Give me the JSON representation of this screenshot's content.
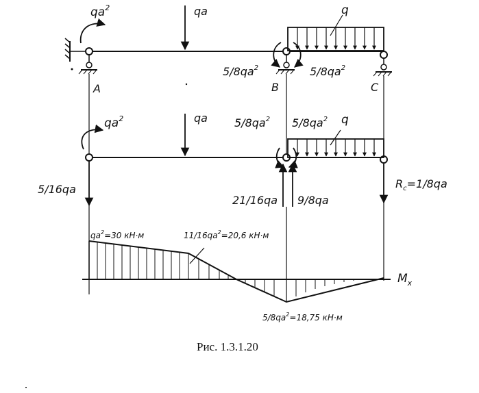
{
  "figure": {
    "caption": "Рис. 1.3.1.20",
    "colors": {
      "ink": "#111111",
      "background": "#ffffff"
    }
  },
  "beam_top": {
    "moment_A": "qa",
    "moment_A_sup": "2",
    "force_mid": "qa",
    "dist_load": "q",
    "moment_B_left": "5/8qa",
    "moment_B_left_sup": "2",
    "moment_B_right": "5/8qa",
    "moment_B_right_sup": "2",
    "support_A": "A",
    "support_B": "B",
    "support_C": "C"
  },
  "beam_mid": {
    "moment_A": "qa",
    "moment_A_sup": "2",
    "force_mid": "qa",
    "moment_B_left": "5/8qa",
    "moment_B_left_sup": "2",
    "moment_B_right": "5/8qa",
    "moment_B_right_sup": "2",
    "dist_load": "q",
    "reaction_A": "5/16qa",
    "reaction_B_left": "21/16qa",
    "reaction_B_right": "9/8qa",
    "reaction_C_main": "R",
    "reaction_C_sub": "c",
    "reaction_C_value": "=1/8qa"
  },
  "moment_diagram": {
    "axis_label": "M",
    "axis_label_sub": "x",
    "val_A_a": "qa",
    "val_A_sup": "2",
    "val_A_b": "=30 кН·м",
    "val_mid_a": "11/16qa",
    "val_mid_sup": "2",
    "val_mid_b": "=20,6 кН·м",
    "val_B_a": "5/8qa",
    "val_B_sup": "2",
    "val_B_b": "=18,75 кН·м"
  }
}
